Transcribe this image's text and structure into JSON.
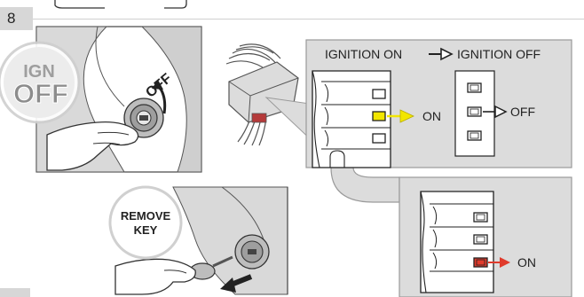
{
  "step_number": "8",
  "ign_badge": {
    "line1": "IGN",
    "line2": "OFF"
  },
  "key_turn_label": "OFF",
  "remove_key": {
    "line1": "REMOVE",
    "line2": "KEY"
  },
  "legend": {
    "from": "IGNITION ON",
    "to": "IGNITION OFF"
  },
  "upper_panel": {
    "on_label": "ON",
    "off_label": "OFF"
  },
  "lower_panel": {
    "on_label": "ON"
  },
  "colors": {
    "panel_gray": "#dcdcdc",
    "panel_border": "#9a9a9a",
    "led_yellow": "#f2e600",
    "led_red": "#e03a2b",
    "arrow_red": "#e03a2b",
    "arrow_yellow": "#f2e600",
    "badge_gray": "#d7d7d7",
    "ign_circle": "#8c8c8c"
  },
  "icons": [
    "ignition-switch-icon",
    "key-icon",
    "hand-icon",
    "remote-starter-module-icon",
    "wire-harness-icon",
    "arrow-icon"
  ]
}
